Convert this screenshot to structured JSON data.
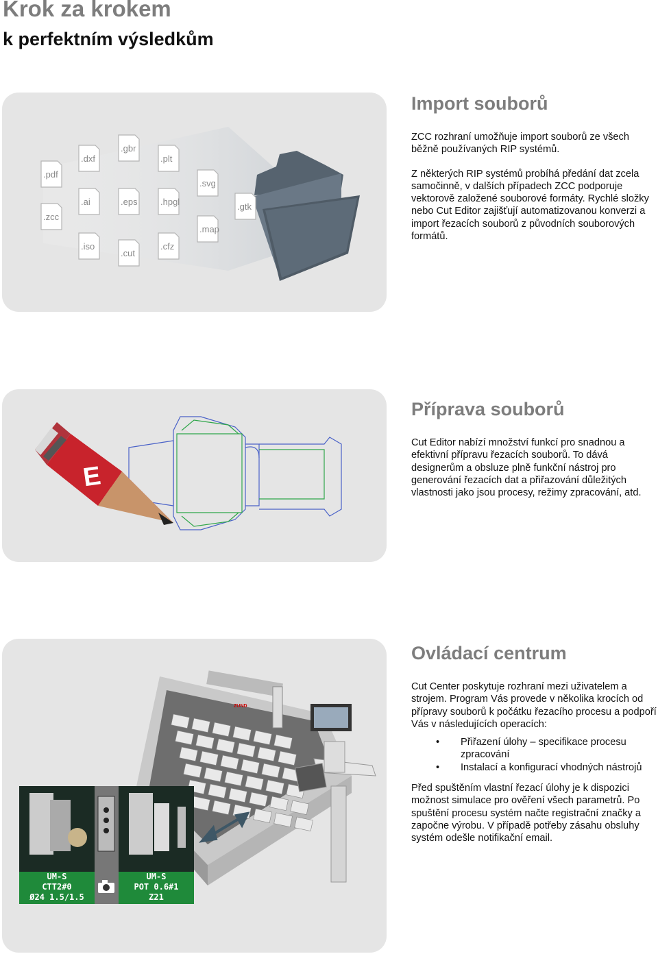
{
  "header": {
    "title_line1": "Krok za krokem",
    "title_line2": "k perfektním výsledkům"
  },
  "import": {
    "heading": "Import souborů",
    "p1": "ZCC rozhraní umožňuje import souborů ze všech běžně používaných RIP systémů.",
    "p2": "Z některých RIP systémů probíhá předání dat zcela samočinně, v dalších případech ZCC podporuje vektorově založené souborové formáty. Rychlé složky nebo Cut Editor zajišťují automatizovanou konverzi a import řezacích souborů z původních souborových formátů.",
    "files": [
      ".pdf",
      ".zcc",
      ".dxf",
      ".ai",
      ".iso",
      ".gbr",
      ".eps",
      ".cut",
      ".plt",
      ".hpgl",
      ".cfz",
      ".svg",
      ".map",
      ".gtk"
    ]
  },
  "prep": {
    "heading": "Příprava souborů",
    "p1": "Cut Editor nabízí množství funkcí pro snadnou a efektivní přípravu řezacích souborů. To dává designerům a obsluze plně funkční nástroj pro generování řezacích dat a přiřazování důležitých vlastnosti jako jsou procesy, režimy zpracování, atd."
  },
  "control": {
    "heading": "Ovládací centrum",
    "p1": "Cut Center poskytuje rozhraní mezi uživatelem a strojem. Program Vás provede v několika krocích od přípravy souborů k počátku řezacího procesu a podpoří Vás v následujících operacích:",
    "bullets": [
      "Přiřazení úlohy – specifikace procesu zpracování",
      "Instalací a konfigurací vhodných nástrojů"
    ],
    "p2": "Před spuštěním vlastní řezací úlohy je k dispozici možnost simulace pro ověření všech parametrů. Po spuštění procesu systém načte registrační značky a započne výrobu. V případě potřeby zásahu obsluhy systém odešle notifikační email.",
    "machine_brand": "ZUND",
    "tools": [
      {
        "line1": "UM-S",
        "line2": "CTT2#0",
        "line3": "Ø24 1.5/1.5"
      },
      {
        "line1": "UM-S",
        "line2": "POT 0.6#1",
        "line3": "Z21"
      }
    ]
  },
  "colors": {
    "heading_gray": "#7d7d7d",
    "panel_bg": "#e5e5e5",
    "folder_dark": "#5f6f7e",
    "pencil_red": "#c8232c",
    "tool_green": "#1f8a3a"
  }
}
